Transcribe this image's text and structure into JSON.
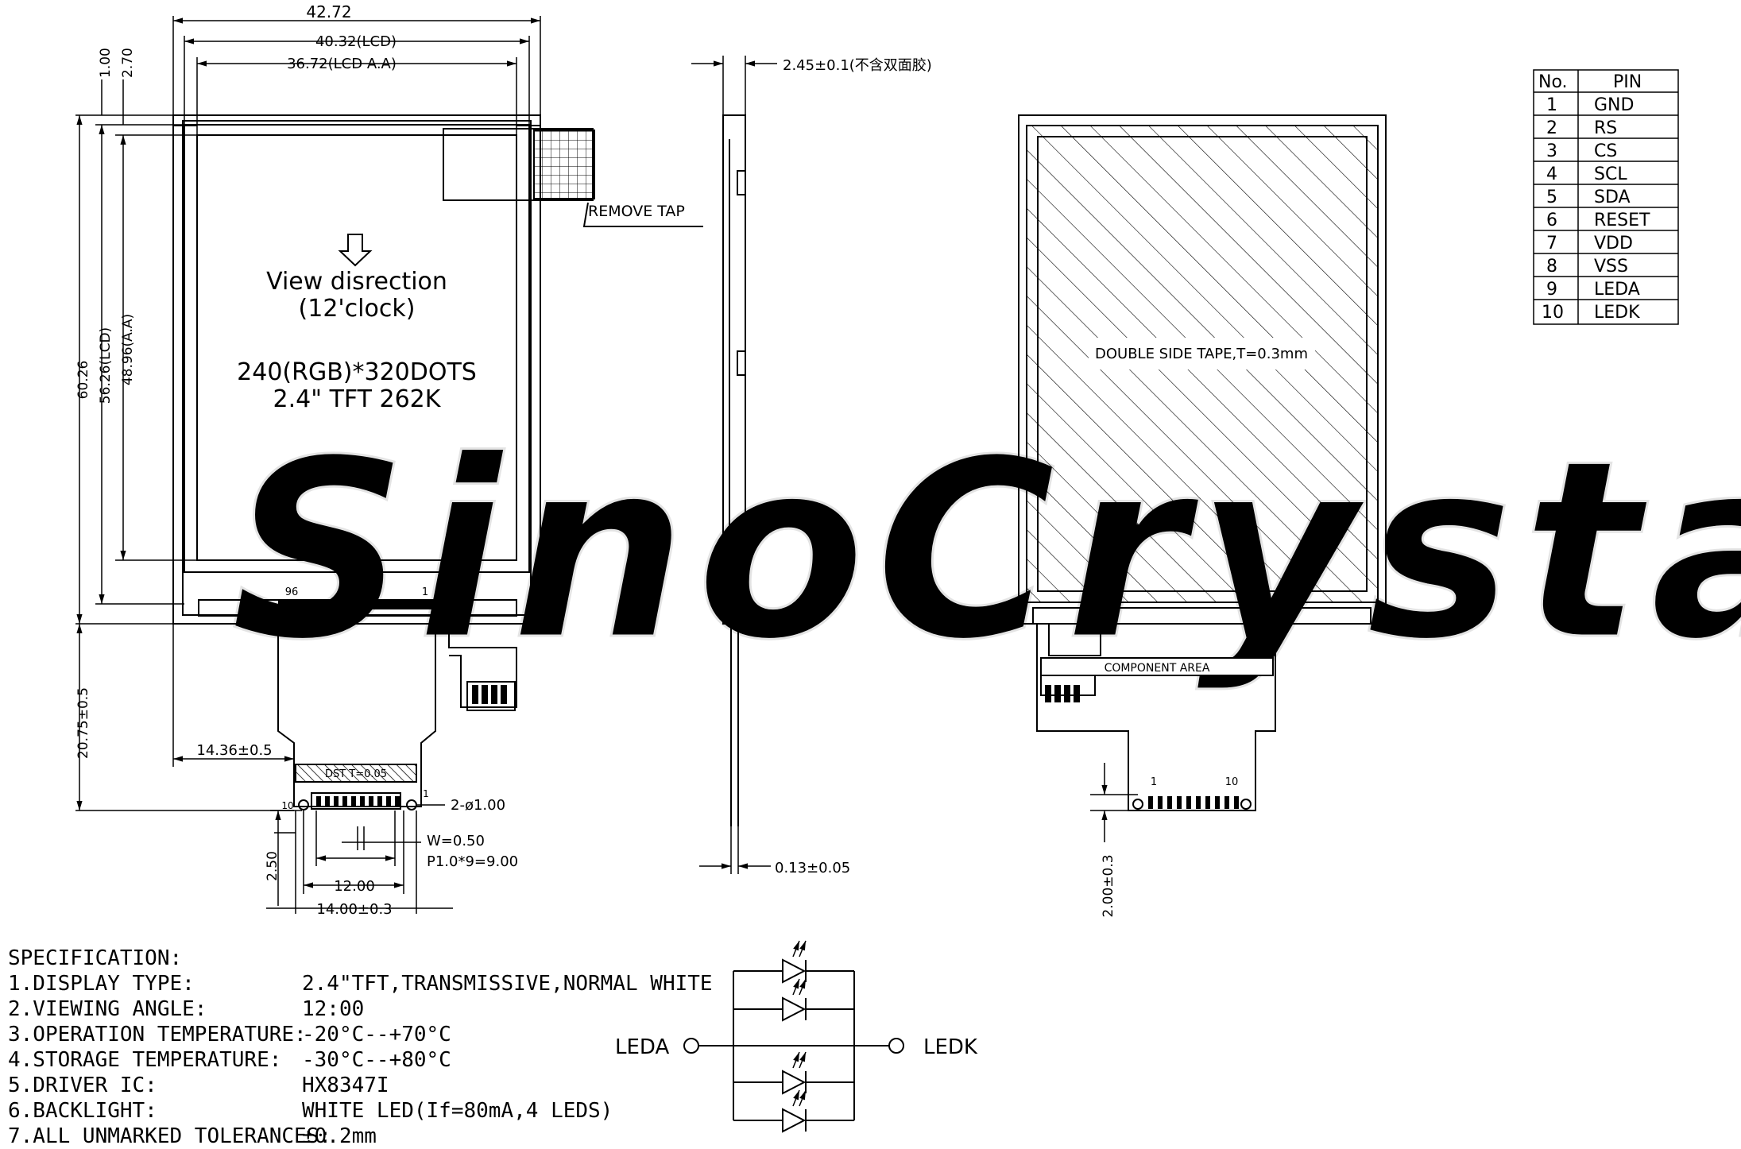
{
  "watermark": "SinoCrystal",
  "front_view": {
    "dims": {
      "outline_width": "42.72",
      "lcd_width": "40.32(LCD)",
      "aa_width": "36.72(LCD A.A)",
      "top_offset_1": "1.00",
      "top_offset_2": "2.70",
      "outline_height": "60.26",
      "lcd_height": "56.26(LCD)",
      "aa_height": "48.96(A.A)",
      "fpc_length": "20.75±0.5",
      "fpc_offset": "14.36±0.5",
      "hole": "2-ø1.00",
      "pin_width": "W=0.50",
      "pitch": "P1.0*9=9.00",
      "pin_span": "12.00",
      "fpc_width": "14.00±0.3",
      "tail_height": "2.50",
      "pin_first": "10",
      "pin_last": "1",
      "conn_left": "96",
      "conn_right": "1",
      "dst": "DST T=0.05"
    },
    "remove_tap": "REMOVE TAP",
    "view_direction": "View disrection",
    "view_clock": "(12'clock)",
    "resolution": "240(RGB)*320DOTS",
    "panel_type": "2.4\" TFT 262K"
  },
  "side_view": {
    "thickness": "2.45±0.1(不含双面胶)",
    "fpc_thickness": "0.13±0.05"
  },
  "back_view": {
    "tape": "DOUBLE SIDE TAPE,T=0.3mm",
    "component_area": "COMPONENT AREA",
    "pin_first": "1",
    "pin_last": "10",
    "tail": "2.00±0.3"
  },
  "pin_table": {
    "headers": [
      "No.",
      "PIN"
    ],
    "rows": [
      [
        "1",
        "GND"
      ],
      [
        "2",
        "RS"
      ],
      [
        "3",
        "CS"
      ],
      [
        "4",
        "SCL"
      ],
      [
        "5",
        "SDA"
      ],
      [
        "6",
        "RESET"
      ],
      [
        "7",
        "VDD"
      ],
      [
        "8",
        "VSS"
      ],
      [
        "9",
        "LEDA"
      ],
      [
        "10",
        "LEDK"
      ]
    ]
  },
  "specification": {
    "title": "SPECIFICATION:",
    "items": [
      {
        "key": "1.DISPLAY TYPE:",
        "value": "2.4\"TFT,TRANSMISSIVE,NORMAL WHITE"
      },
      {
        "key": "2.VIEWING ANGLE:",
        "value": "12:00"
      },
      {
        "key": "3.OPERATION TEMPERATURE:",
        "value": "-20°C--+70°C"
      },
      {
        "key": "4.STORAGE TEMPERATURE:",
        "value": "-30°C--+80°C"
      },
      {
        "key": "5.DRIVER IC:",
        "value": "HX8347I"
      },
      {
        "key": "6.BACKLIGHT:",
        "value": "WHITE LED(If=80mA,4 LEDS)"
      },
      {
        "key": "7.ALL UNMARKED TOLERANCES:",
        "value": "±0.2mm"
      }
    ]
  },
  "led_circuit": {
    "anode": "LEDA",
    "cathode": "LEDK"
  }
}
